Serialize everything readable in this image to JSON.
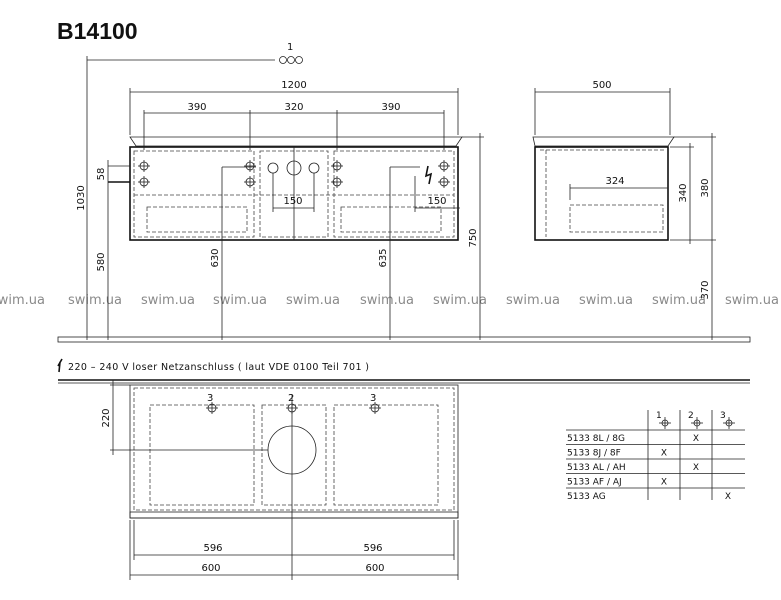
{
  "title": "B14100",
  "front_view": {
    "connection_label": "1",
    "dims": {
      "width_total": "1200",
      "left": "390",
      "center": "320",
      "right": "390",
      "height_total": "1030",
      "offset_58": "58",
      "h580": "580",
      "h630": "630",
      "h635": "635",
      "h750": "750",
      "tap_spacing": "150",
      "power_spacing": "150"
    }
  },
  "side_view": {
    "dims": {
      "depth": "500",
      "h340": "340",
      "h380": "380",
      "h370": "370",
      "inner": "324"
    }
  },
  "watermark": "swim.ua",
  "electrical_note": "220 – 240 V loser Netzanschluss ( laut VDE 0100 Teil 701 )",
  "plan_view": {
    "dims": {
      "d220": "220",
      "left596": "596",
      "right596": "596",
      "left600": "600",
      "right600": "600"
    },
    "markers": [
      "3",
      "2",
      "3"
    ]
  },
  "table": {
    "columns": [
      "1",
      "2",
      "3"
    ],
    "rows": [
      {
        "code": "5133 8L / 8G",
        "marks": [
          "",
          "X",
          ""
        ]
      },
      {
        "code": "5133 8J / 8F",
        "marks": [
          "X",
          "",
          ""
        ]
      },
      {
        "code": "5133 AL / AH",
        "marks": [
          "",
          "X",
          ""
        ]
      },
      {
        "code": "5133 AF / AJ",
        "marks": [
          "X",
          "",
          ""
        ]
      },
      {
        "code": "5133 AG",
        "marks": [
          "",
          "",
          "X"
        ]
      }
    ]
  }
}
